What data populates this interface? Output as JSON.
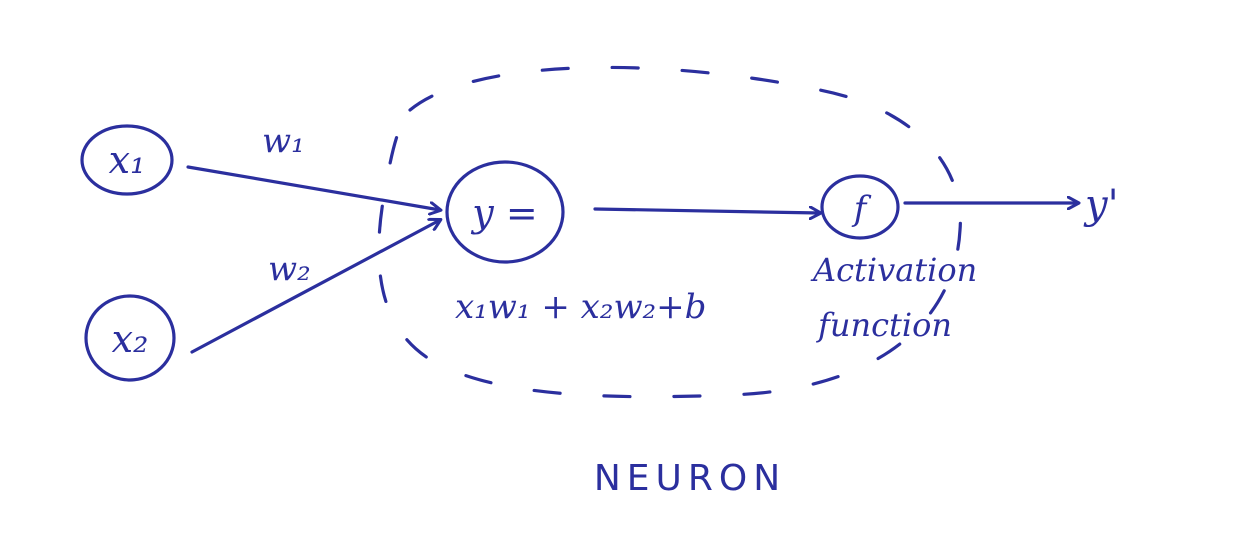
{
  "nodes": {
    "x1": "x₁",
    "x2": "x₂",
    "y": "y =",
    "f": "f",
    "output": "y'"
  },
  "weights": {
    "w1": "w₁",
    "w2": "w₂"
  },
  "formula": "x₁w₁ + x₂w₂+b",
  "activation": {
    "line1": "Activation",
    "line2": "function"
  },
  "neuron_label": "NEURON",
  "colors": {
    "ink": "#2b2f9e",
    "background": "#ffffff"
  }
}
